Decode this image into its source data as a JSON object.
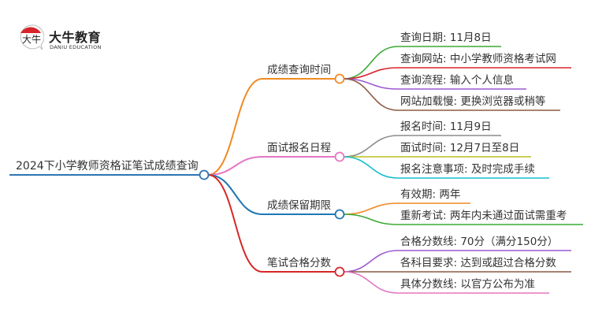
{
  "logo": {
    "badge_text": "大牛",
    "name_cn": "大牛教育",
    "name_en": "DANIU EDUCATION"
  },
  "mindmap": {
    "root": {
      "label": "2024下小学教师资格证笔试成绩查询",
      "color": "#2e75b6"
    },
    "branches": [
      {
        "label": "成绩查询时间",
        "color": "#f08a24",
        "children": [
          {
            "label": "查询日期: 11月8日",
            "color": "#3aaa35"
          },
          {
            "label": "查询网站: 中小学教师资格考试网",
            "color": "#d9252a"
          },
          {
            "label": "查询流程: 输入个人信息",
            "color": "#9b59d0"
          },
          {
            "label": "网站加载慢: 更换浏览器或稍等",
            "color": "#8b5a44"
          }
        ]
      },
      {
        "label": "面试报名日程",
        "color": "#e377c2",
        "children": [
          {
            "label": "报名时间: 11月9日",
            "color": "#8c8c8c"
          },
          {
            "label": "面试时间: 12月7日至8日",
            "color": "#bcbd22"
          },
          {
            "label": "报名注意事项: 及时完成手续",
            "color": "#17becf"
          }
        ]
      },
      {
        "label": "成绩保留期限",
        "color": "#1f77b4",
        "children": [
          {
            "label": "有效期: 两年",
            "color": "#f08a24"
          },
          {
            "label": "重新考试: 两年内未通过面试需重考",
            "color": "#3aaa35"
          }
        ]
      },
      {
        "label": "笔试合格分数",
        "color": "#d62728",
        "children": [
          {
            "label": "合格分数线: 70分（满分150分）",
            "color": "#9b59d0"
          },
          {
            "label": "各科目要求: 达到或超过合格分数",
            "color": "#8b5a44"
          },
          {
            "label": "具体分数线: 以官方公布为准",
            "color": "#e377c2"
          }
        ]
      }
    ]
  }
}
